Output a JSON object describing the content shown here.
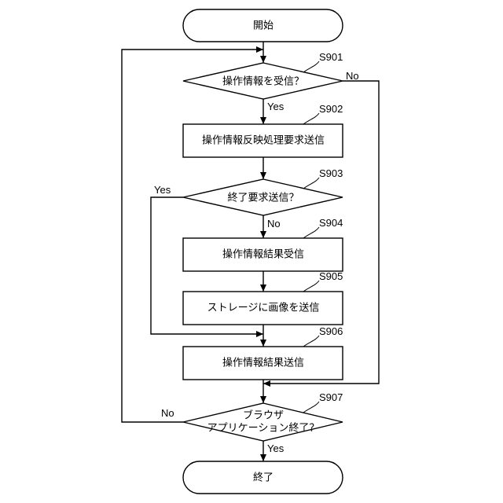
{
  "start": "開始",
  "end": "終了",
  "steps": {
    "s901": {
      "id": "S901",
      "text": "操作情報を受信？"
    },
    "s902": {
      "id": "S902",
      "text": "操作情報反映処理要求送信"
    },
    "s903": {
      "id": "S903",
      "text": "終了要求送信？"
    },
    "s904": {
      "id": "S904",
      "text": "操作情報結果受信"
    },
    "s905": {
      "id": "S905",
      "text": "ストレージに画像を送信"
    },
    "s906": {
      "id": "S906",
      "text": "操作情報結果送信"
    },
    "s907": {
      "id": "S907",
      "line1": "ブラウザ",
      "line2": "アプリケーション終了？"
    }
  },
  "branches": {
    "s901_yes": "Yes",
    "s901_no": "No",
    "s903_yes": "Yes",
    "s903_no": "No",
    "s907_yes": "Yes",
    "s907_no": "No"
  }
}
